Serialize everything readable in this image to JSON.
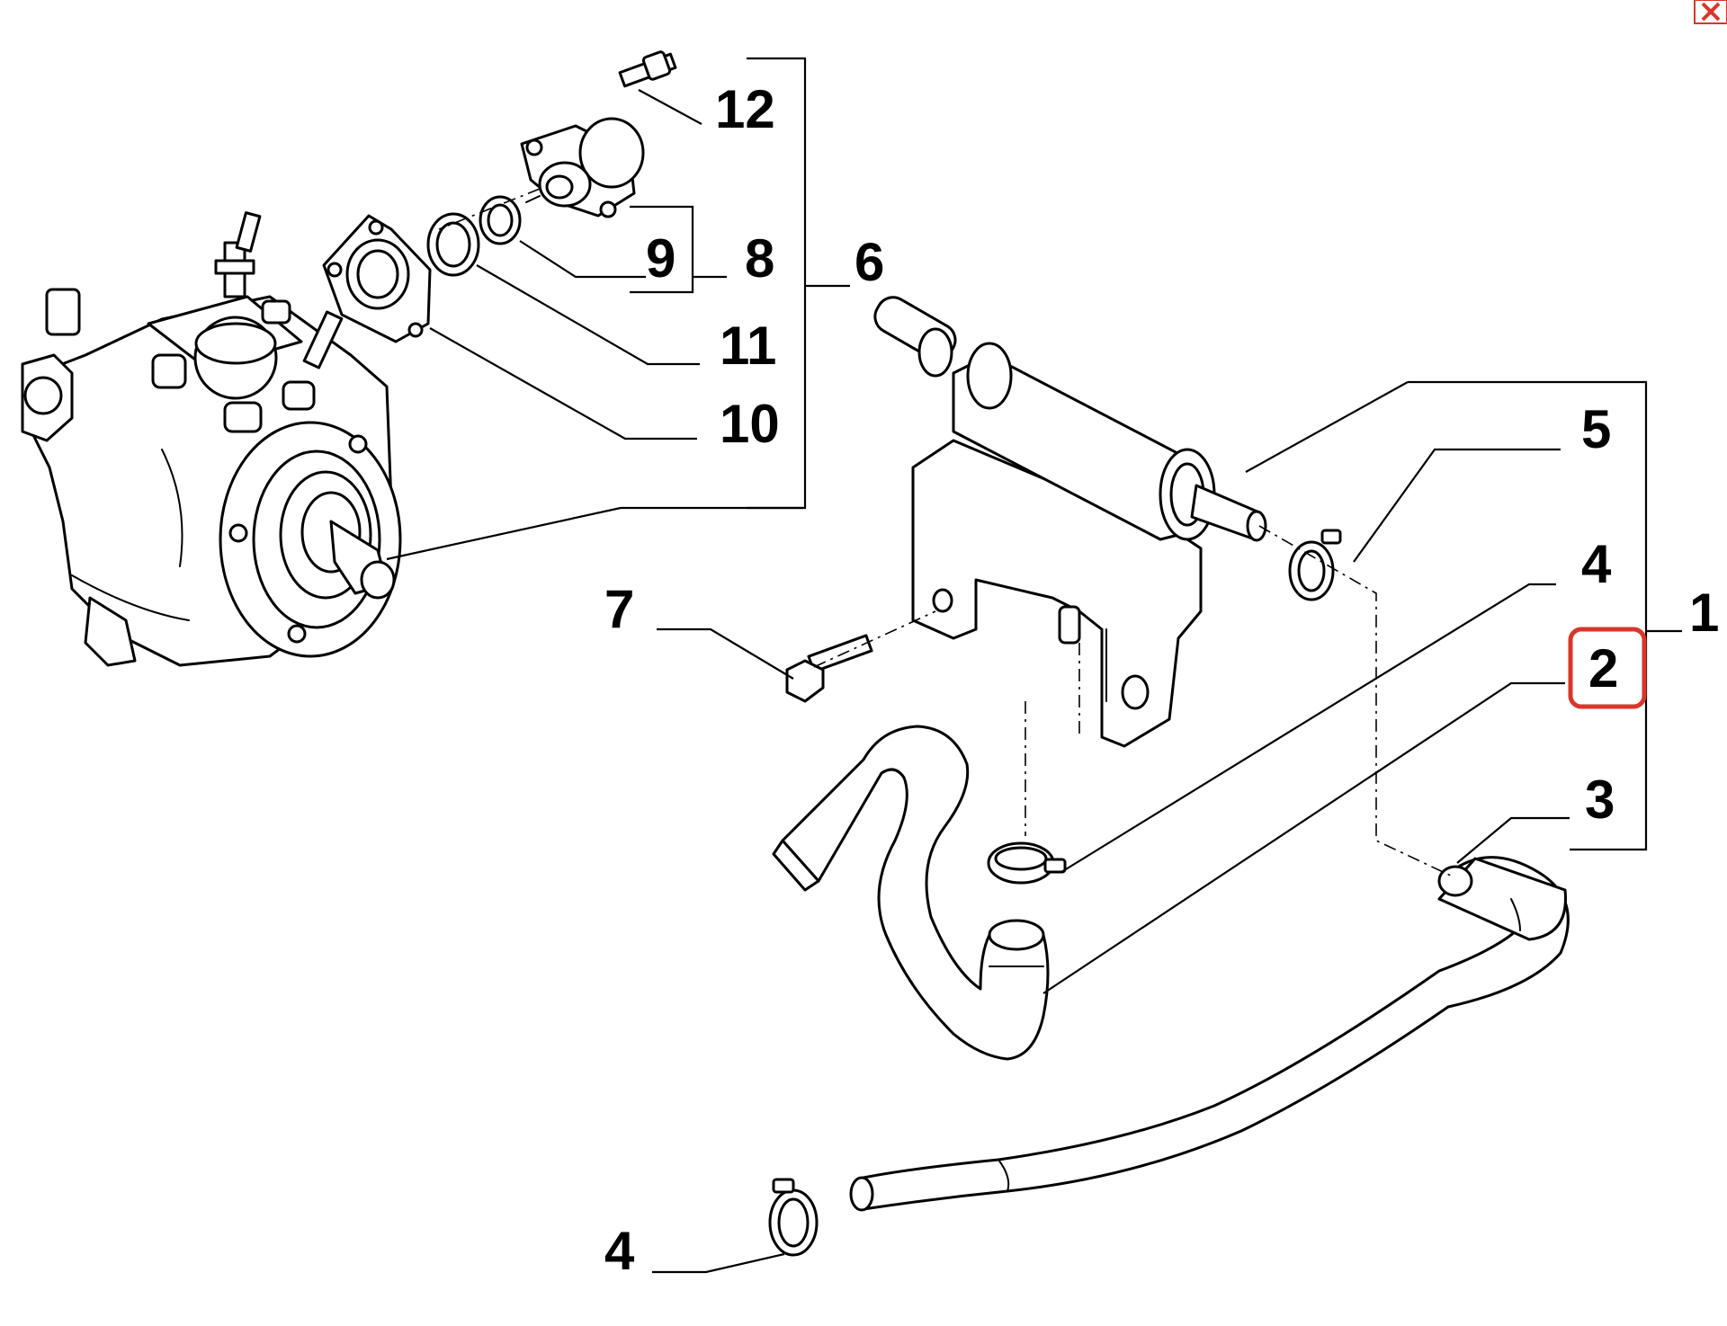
{
  "callouts": {
    "c12": "12",
    "c9": "9",
    "c8": "8",
    "c6": "6",
    "c11": "11",
    "c10": "10",
    "c5": "5",
    "c4a": "4",
    "c7": "7",
    "c1": "1",
    "c2": "2",
    "c3": "3",
    "c4b": "4"
  },
  "highlighted_callout": "2",
  "colors": {
    "highlight": "#d9362b",
    "line": "#000000",
    "background": "#ffffff"
  },
  "icons": {
    "close": "close-icon"
  }
}
